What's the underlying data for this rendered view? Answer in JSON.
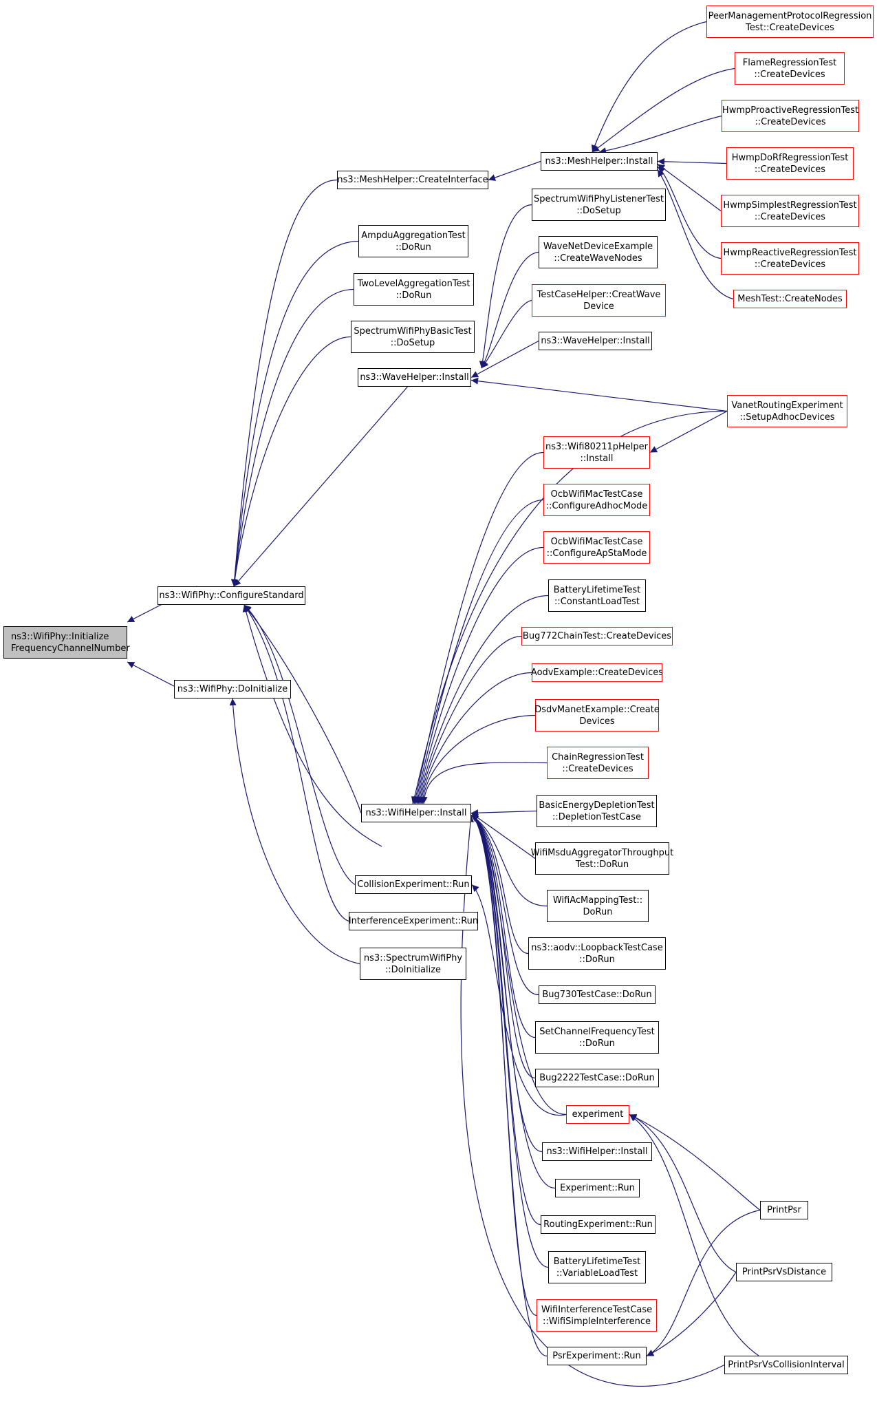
{
  "colors": {
    "edge": "#191970",
    "border": "#000000",
    "border_red": "#ff0000",
    "root_fill": "#bfbfbf"
  },
  "root": {
    "line1": "ns3::WifiPhy::Initialize",
    "line2": "FrequencyChannelNumber"
  },
  "nodes": {
    "configure_standard": {
      "line1": "ns3::WifiPhy::ConfigureStandard"
    },
    "do_initialize": {
      "line1": "ns3::WifiPhy::DoInitialize"
    },
    "mesh_create_interface": {
      "line1": "ns3::MeshHelper::CreateInterface"
    },
    "ampdu_test": {
      "line1": "AmpduAggregationTest",
      "line2": "::DoRun"
    },
    "two_level_test": {
      "line1": "TwoLevelAggregationTest",
      "line2": "::DoRun"
    },
    "spectrum_basic_test": {
      "line1": "SpectrumWifiPhyBasicTest",
      "line2": "::DoSetup"
    },
    "wave_helper_install": {
      "line1": "ns3::WaveHelper::Install"
    },
    "wifi_helper_install": {
      "line1": "ns3::WifiHelper::Install"
    },
    "collision_run": {
      "line1": "CollisionExperiment::Run"
    },
    "interference_run": {
      "line1": "InterferenceExperiment::Run"
    },
    "spectrum_doinit": {
      "line1": "ns3::SpectrumWifiPhy",
      "line2": "::DoInitialize"
    },
    "mesh_install": {
      "line1": "ns3::MeshHelper::Install"
    },
    "peer_mgmt": {
      "line1": "PeerManagementProtocolRegression",
      "line2": "Test::CreateDevices"
    },
    "flame": {
      "line1": "FlameRegressionTest",
      "line2": "::CreateDevices"
    },
    "hwmp_proactive": {
      "line1": "HwmpProactiveRegressionTest",
      "line2": "::CreateDevices"
    },
    "hwmp_dorf": {
      "line1": "HwmpDoRfRegressionTest",
      "line2": "::CreateDevices"
    },
    "hwmp_simplest": {
      "line1": "HwmpSimplestRegressionTest",
      "line2": "::CreateDevices"
    },
    "hwmp_reactive": {
      "line1": "HwmpReactiveRegressionTest",
      "line2": "::CreateDevices"
    },
    "mesh_test": {
      "line1": "MeshTest::CreateNodes"
    },
    "spectrum_listener": {
      "line1": "SpectrumWifiPhyListenerTest",
      "line2": "::DoSetup"
    },
    "wave_netdevice": {
      "line1": "WaveNetDeviceExample",
      "line2": "::CreateWaveNodes"
    },
    "testcase_helper": {
      "line1": "TestCaseHelper::CreatWave",
      "line2": "Device"
    },
    "wave_helper_install2": {
      "line1": "ns3::WaveHelper::Install"
    },
    "vanet": {
      "line1": "VanetRoutingExperiment",
      "line2": "::SetupAdhocDevices"
    },
    "wifi80211p": {
      "line1": "ns3::Wifi80211pHelper",
      "line2": "::Install"
    },
    "ocb_adhoc": {
      "line1": "OcbWifiMacTestCase",
      "line2": "::ConfigureAdhocMode"
    },
    "ocb_apsta": {
      "line1": "OcbWifiMacTestCase",
      "line2": "::ConfigureApStaMode"
    },
    "battery_constant": {
      "line1": "BatteryLifetimeTest",
      "line2": "::ConstantLoadTest"
    },
    "bug772": {
      "line1": "Bug772ChainTest::CreateDevices"
    },
    "aodv_example": {
      "line1": "AodvExample::CreateDevices"
    },
    "dsdv_manet": {
      "line1": "DsdvManetExample::Create",
      "line2": "Devices"
    },
    "chain_regression": {
      "line1": "ChainRegressionTest",
      "line2": "::CreateDevices"
    },
    "basic_energy": {
      "line1": "BasicEnergyDepletionTest",
      "line2": "::DepletionTestCase"
    },
    "msdu_aggregator": {
      "line1": "WifiMsduAggregatorThroughput",
      "line2": "Test::DoRun"
    },
    "ac_mapping": {
      "line1": "WifiAcMappingTest::",
      "line2": "DoRun"
    },
    "aodv_loopback": {
      "line1": "ns3::aodv::LoopbackTestCase",
      "line2": "::DoRun"
    },
    "bug730": {
      "line1": "Bug730TestCase::DoRun"
    },
    "set_channel_freq": {
      "line1": "SetChannelFrequencyTest",
      "line2": "::DoRun"
    },
    "bug2222": {
      "line1": "Bug2222TestCase::DoRun"
    },
    "experiment": {
      "line1": "experiment"
    },
    "wifi_helper_install2": {
      "line1": "ns3::WifiHelper::Install"
    },
    "experiment_run": {
      "line1": "Experiment::Run"
    },
    "routing_run": {
      "line1": "RoutingExperiment::Run"
    },
    "battery_variable": {
      "line1": "BatteryLifetimeTest",
      "line2": "::VariableLoadTest"
    },
    "wifi_interference": {
      "line1": "WifiInterferenceTestCase",
      "line2": "::WifiSimpleInterference"
    },
    "psr_run": {
      "line1": "PsrExperiment::Run"
    },
    "print_psr": {
      "line1": "PrintPsr"
    },
    "print_psr_distance": {
      "line1": "PrintPsrVsDistance"
    },
    "print_psr_collision": {
      "line1": "PrintPsrVsCollisionInterval"
    }
  }
}
